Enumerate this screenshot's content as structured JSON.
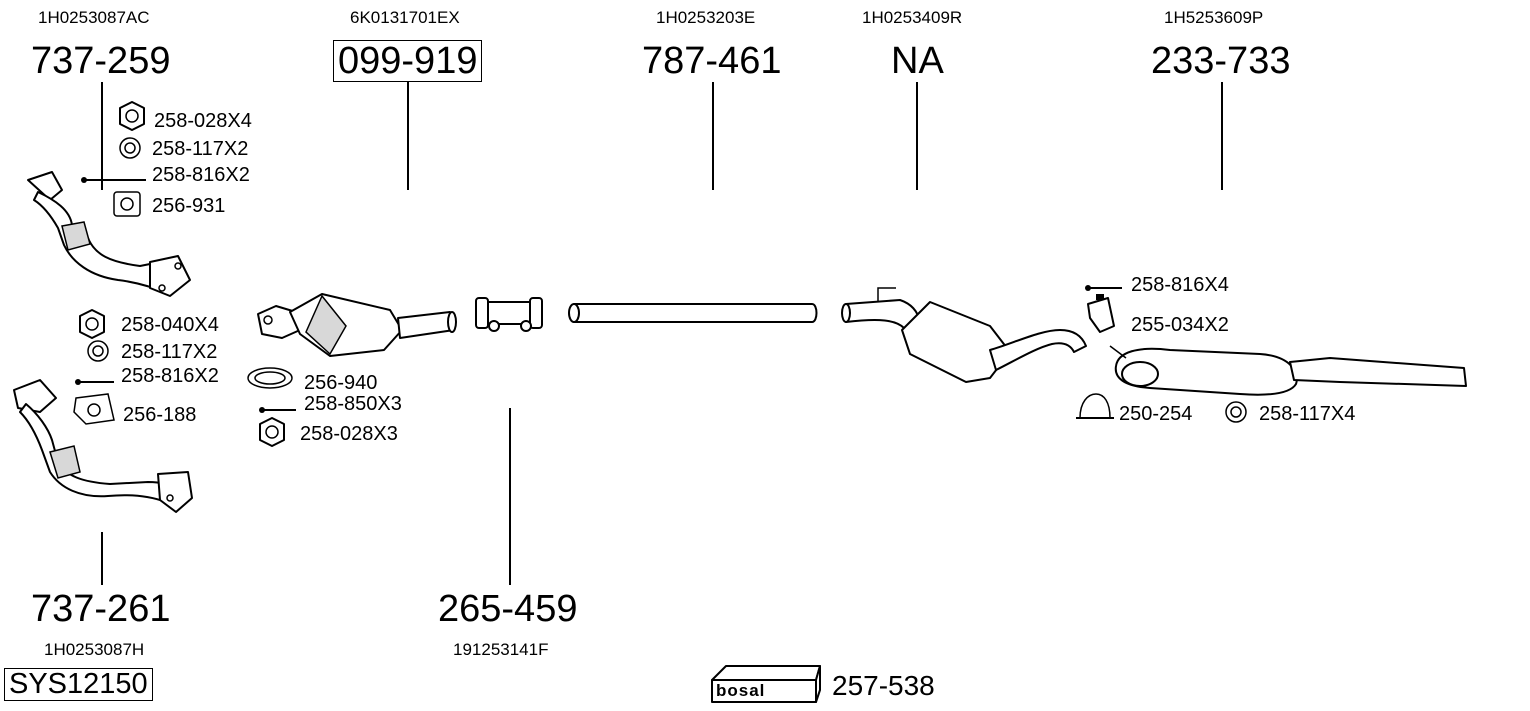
{
  "oem": {
    "p737259": "1H0253087AC",
    "p099919": "6K0131701EX",
    "p787461": "1H0253203E",
    "pNA": "1H0253409R",
    "p233733": "1H5253609P",
    "p737261": "1H0253087H",
    "p265459": "191253141F"
  },
  "parts": {
    "p737259": "737-259",
    "p099919": "099-919",
    "p787461": "787-461",
    "pNA": "NA",
    "p233733": "233-733",
    "p737261": "737-261",
    "p265459": "265-459"
  },
  "hardware": {
    "h1": "258-028X4",
    "h2": "258-117X2",
    "h3": "258-816X2",
    "h4": "256-931",
    "h5": "258-040X4",
    "h6": "258-117X2",
    "h7": "258-816X2",
    "h8": "256-188",
    "h9": "256-940",
    "h10": "258-850X3",
    "h11": "258-028X3",
    "h12": "258-816X4",
    "h13": "255-034X2",
    "h14": "250-254",
    "h15": "258-117X4",
    "h16": "257-538"
  },
  "system_id": "SYS12150",
  "brand": "bosal"
}
